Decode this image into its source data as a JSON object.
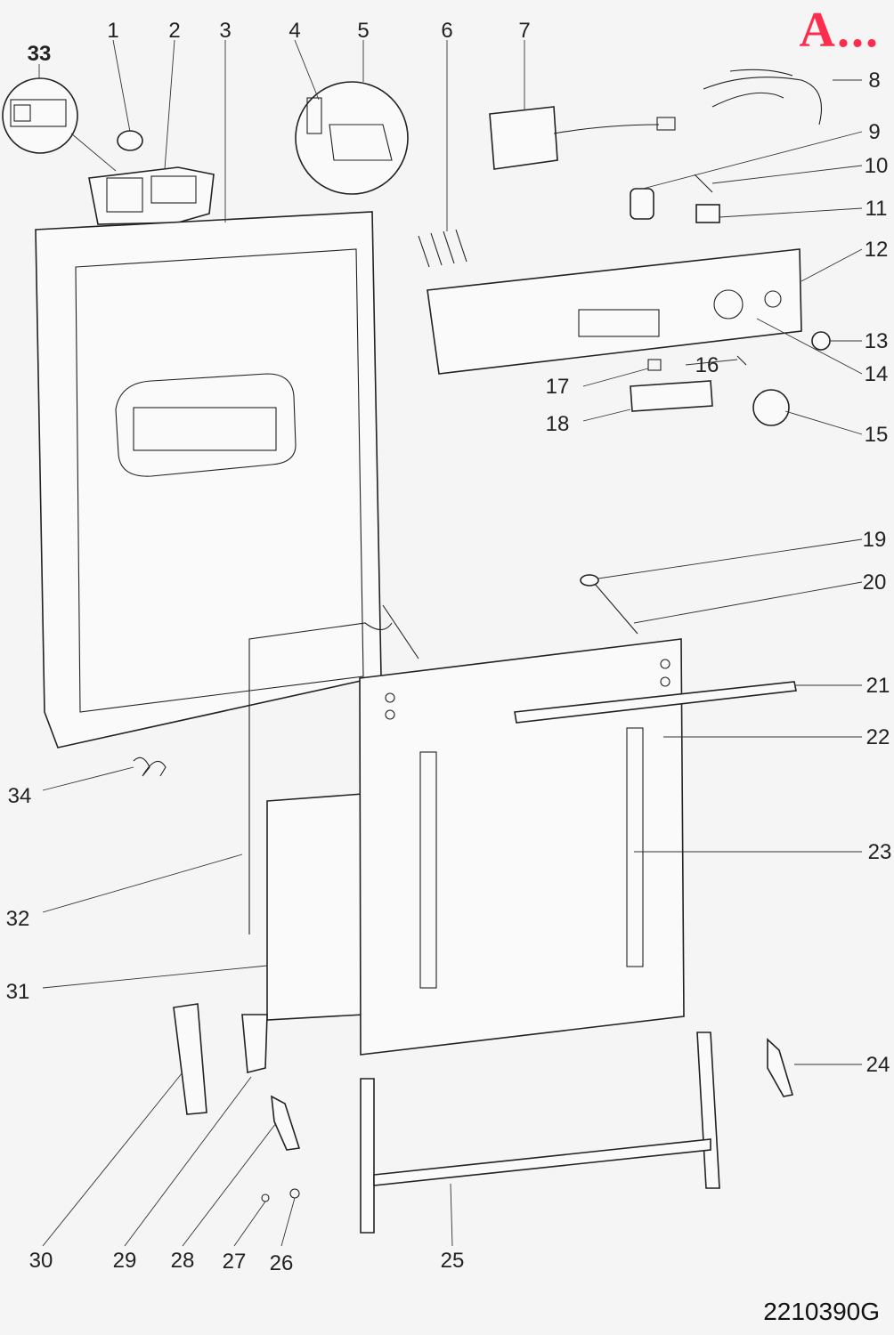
{
  "section_label": "A...",
  "diagram_code": "2210390G",
  "callouts": [
    {
      "id": "1",
      "label": "1"
    },
    {
      "id": "2",
      "label": "2"
    },
    {
      "id": "3",
      "label": "3"
    },
    {
      "id": "4",
      "label": "4"
    },
    {
      "id": "5",
      "label": "5"
    },
    {
      "id": "6",
      "label": "6"
    },
    {
      "id": "7",
      "label": "7"
    },
    {
      "id": "8",
      "label": "8"
    },
    {
      "id": "9",
      "label": "9"
    },
    {
      "id": "10",
      "label": "10"
    },
    {
      "id": "11",
      "label": "11"
    },
    {
      "id": "12",
      "label": "12"
    },
    {
      "id": "13",
      "label": "13"
    },
    {
      "id": "14",
      "label": "14"
    },
    {
      "id": "15",
      "label": "15"
    },
    {
      "id": "16",
      "label": "16"
    },
    {
      "id": "17",
      "label": "17"
    },
    {
      "id": "18",
      "label": "18"
    },
    {
      "id": "19",
      "label": "19"
    },
    {
      "id": "20",
      "label": "20"
    },
    {
      "id": "21",
      "label": "21"
    },
    {
      "id": "22",
      "label": "22"
    },
    {
      "id": "23",
      "label": "23"
    },
    {
      "id": "24",
      "label": "24"
    },
    {
      "id": "25",
      "label": "25"
    },
    {
      "id": "26",
      "label": "26"
    },
    {
      "id": "27",
      "label": "27"
    },
    {
      "id": "28",
      "label": "28"
    },
    {
      "id": "29",
      "label": "29"
    },
    {
      "id": "30",
      "label": "30"
    },
    {
      "id": "31",
      "label": "31"
    },
    {
      "id": "32",
      "label": "32"
    },
    {
      "id": "33",
      "label": "33"
    },
    {
      "id": "34",
      "label": "34"
    }
  ]
}
